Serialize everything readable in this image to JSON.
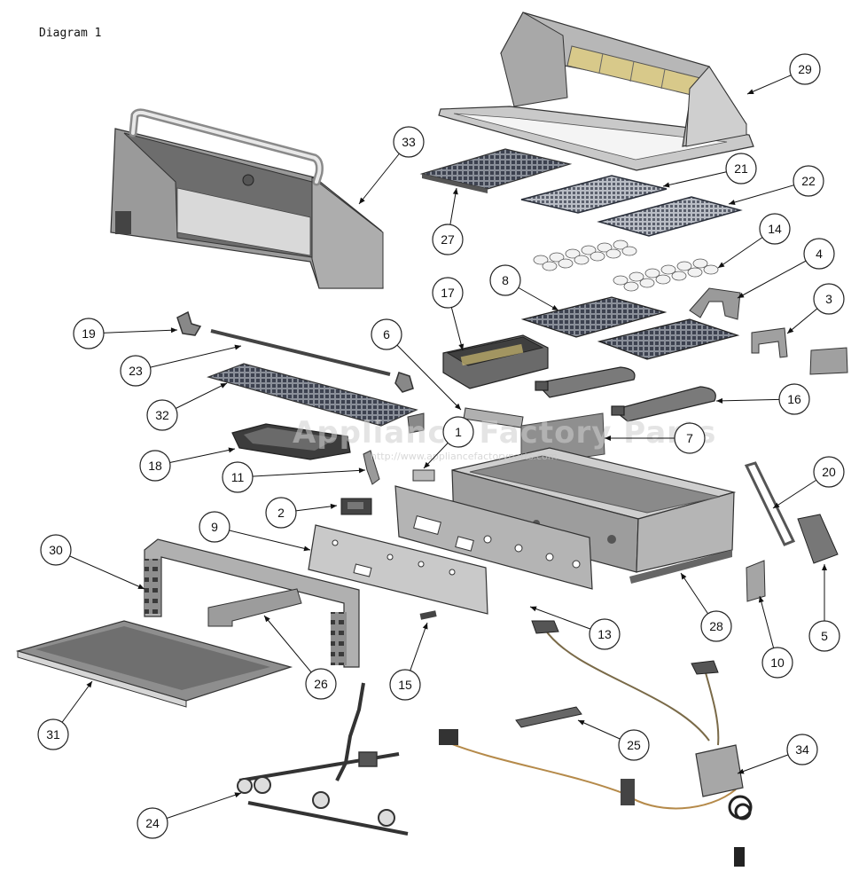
{
  "diagram": {
    "title": "Diagram 1",
    "watermark": "Appliance Factory Parts",
    "watermark_url": "http://www.appliancefactoryparts.com",
    "parts": [
      {
        "id": "part-1",
        "label": "1"
      },
      {
        "id": "part-2",
        "label": "2"
      },
      {
        "id": "part-3",
        "label": "3"
      },
      {
        "id": "part-4",
        "label": "4"
      },
      {
        "id": "part-5",
        "label": "5"
      },
      {
        "id": "part-6",
        "label": "6"
      },
      {
        "id": "part-7",
        "label": "7"
      },
      {
        "id": "part-8",
        "label": "8"
      },
      {
        "id": "part-9",
        "label": "9"
      },
      {
        "id": "part-10",
        "label": "10"
      },
      {
        "id": "part-11",
        "label": "11"
      },
      {
        "id": "part-13",
        "label": "13"
      },
      {
        "id": "part-14",
        "label": "14"
      },
      {
        "id": "part-15",
        "label": "15"
      },
      {
        "id": "part-16",
        "label": "16"
      },
      {
        "id": "part-17",
        "label": "17"
      },
      {
        "id": "part-18",
        "label": "18"
      },
      {
        "id": "part-19",
        "label": "19"
      },
      {
        "id": "part-20",
        "label": "20"
      },
      {
        "id": "part-21",
        "label": "21"
      },
      {
        "id": "part-22",
        "label": "22"
      },
      {
        "id": "part-23",
        "label": "23"
      },
      {
        "id": "part-24",
        "label": "24"
      },
      {
        "id": "part-25",
        "label": "25"
      },
      {
        "id": "part-26",
        "label": "26"
      },
      {
        "id": "part-27",
        "label": "27"
      },
      {
        "id": "part-28",
        "label": "28"
      },
      {
        "id": "part-29",
        "label": "29"
      },
      {
        "id": "part-30",
        "label": "30"
      },
      {
        "id": "part-31",
        "label": "31"
      },
      {
        "id": "part-32",
        "label": "32"
      },
      {
        "id": "part-33",
        "label": "33"
      },
      {
        "id": "part-34",
        "label": "34"
      }
    ]
  }
}
